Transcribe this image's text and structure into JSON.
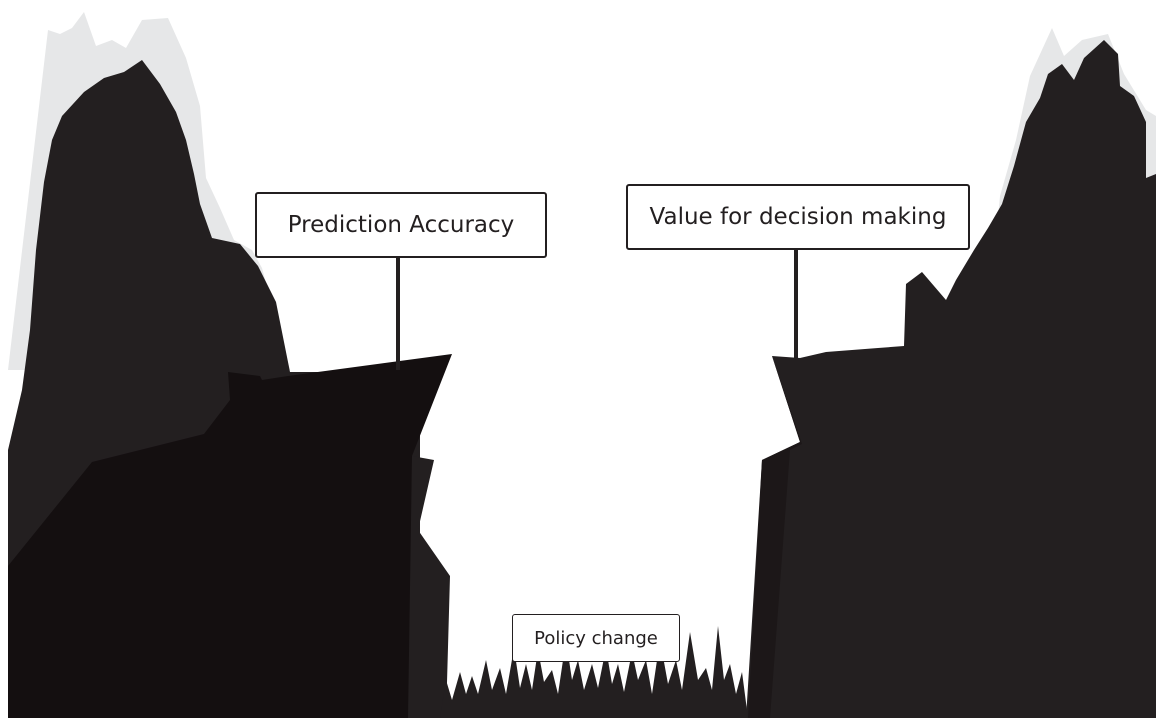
{
  "labels": {
    "left_sign": "Prediction Accuracy",
    "right_sign": "Value for decision making",
    "bottom_sign": "Policy change"
  },
  "colors": {
    "cliff_dark": "#231f20",
    "cliff_darker": "#140f10",
    "snow": "#e6e7e8",
    "sign_border": "#231f20",
    "background": "#ffffff"
  }
}
